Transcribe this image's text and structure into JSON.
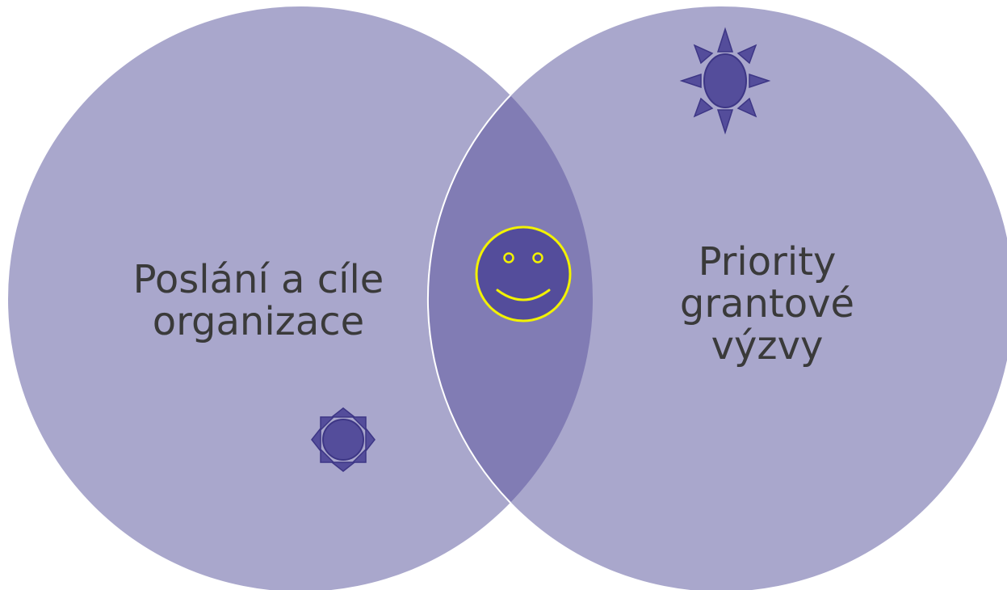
{
  "circles": {
    "left": {
      "lines": [
        "Poslání a cíle",
        "organizace"
      ]
    },
    "right": {
      "lines": [
        "Priority",
        "grantové",
        "výzvy"
      ]
    }
  },
  "colors": {
    "circle_fill": "#a9a7cc",
    "overlap_fill": "#817cb4",
    "icon_fill": "#544d9b",
    "icon_stroke": "#3d3685",
    "smiley_stroke": "#f2f200",
    "divider": "#ffffff",
    "text": "#3a3a3a"
  },
  "icons": {
    "left_sun": "sun-icon",
    "right_sun": "sun-icon",
    "center": "smiley-face-icon"
  }
}
